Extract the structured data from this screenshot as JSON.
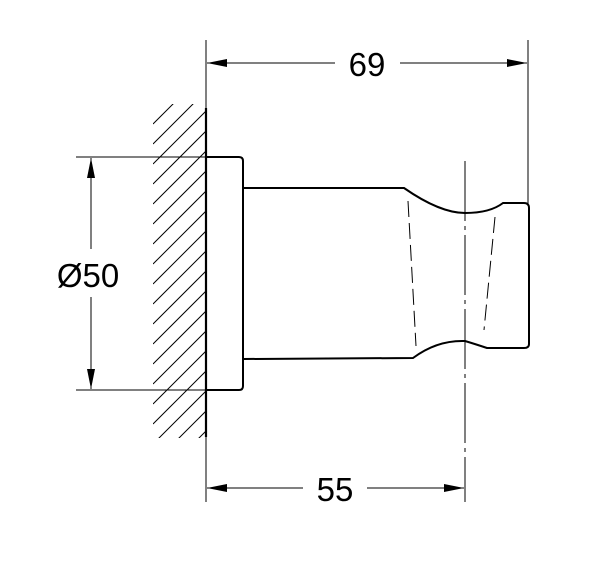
{
  "drawing": {
    "title": "Shower holder wall mount dimension drawing",
    "line_color": "#000000",
    "background": "#ffffff",
    "dimensions": {
      "overall_length": {
        "label": "69",
        "value": 69,
        "unit": "mm"
      },
      "holder_length": {
        "label": "55",
        "value": 55,
        "unit": "mm"
      },
      "rosette_diameter": {
        "label": "Ø50",
        "value": 50,
        "unit": "mm"
      }
    },
    "elements": {
      "wall": "hatched wall section",
      "rosette": "round wall rosette",
      "body": "cylindrical holder body",
      "grip": "waisted holder head",
      "centerline": "hand shower axis line"
    }
  }
}
